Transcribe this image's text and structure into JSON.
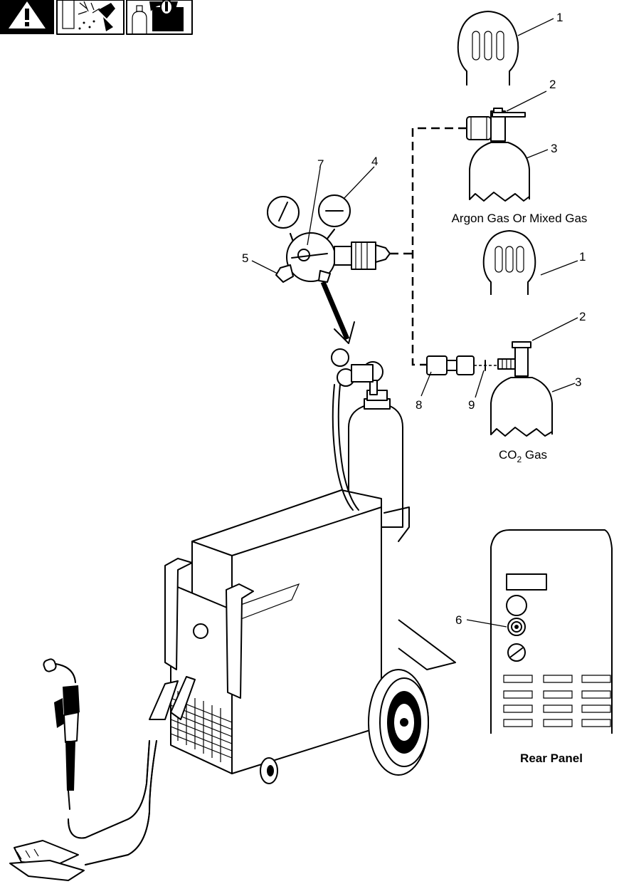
{
  "callouts": {
    "c1_top": "1",
    "c2_top": "2",
    "c3_top": "3",
    "c4": "4",
    "c5": "5",
    "c6": "6",
    "c7": "7",
    "c8": "8",
    "c9": "9",
    "c1_bottom": "1",
    "c2_bottom": "2",
    "c3_bottom": "3"
  },
  "captions": {
    "argon": "Argon Gas Or Mixed Gas",
    "co2_prefix": "CO",
    "co2_sub": "2",
    "co2_suffix": " Gas",
    "rear_panel": "Rear Panel"
  },
  "icons": [
    "warning-icon",
    "sparks-hazard-icon",
    "cylinder-hazard-icon"
  ],
  "colors": {
    "ink": "#000000",
    "paper": "#ffffff",
    "hazard_bg": "#000000"
  }
}
